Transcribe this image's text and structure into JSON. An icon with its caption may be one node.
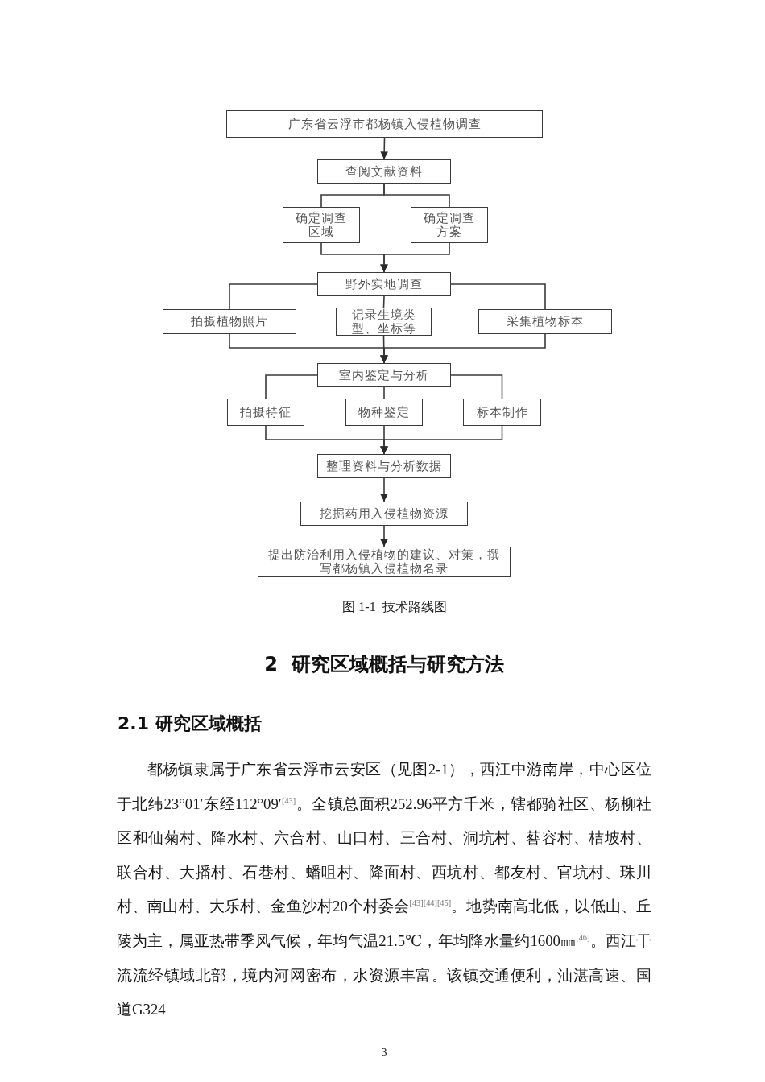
{
  "diagram": {
    "caption": "图 1-1  技术路线图",
    "nodes": [
      {
        "text": [
          "广东省云浮市都杨镇入侵植物调查"
        ]
      },
      {
        "text": [
          "查阅文献资料"
        ]
      },
      {
        "text": [
          "确定调查区域"
        ]
      },
      {
        "text": [
          "确定调查方案"
        ]
      },
      {
        "text": [
          "野外实地调查"
        ]
      },
      {
        "text": [
          "拍摄植物照片"
        ]
      },
      {
        "text": [
          "记录生境类型、坐标等"
        ]
      },
      {
        "text": [
          "采集植物标本"
        ]
      },
      {
        "text": [
          "室内鉴定与分析"
        ]
      },
      {
        "text": [
          "拍摄特征"
        ]
      },
      {
        "text": [
          "物种鉴定"
        ]
      },
      {
        "text": [
          "标本制作"
        ]
      },
      {
        "text": [
          "整理资料与分析数据"
        ]
      },
      {
        "text": [
          "挖掘药用入侵植物资源"
        ]
      },
      {
        "text": [
          "提出防治利用入侵植物的建议、对策，撰写都杨镇入侵植物名录"
        ]
      }
    ],
    "edges": [
      {
        "from": 0,
        "to": 1,
        "arrow": "to"
      },
      {
        "from": 1,
        "to": 2,
        "arrow": "none"
      },
      {
        "from": 1,
        "to": 3,
        "arrow": "none"
      },
      {
        "from": 2,
        "to": 4,
        "arrow": "to"
      },
      {
        "from": 3,
        "to": 4,
        "arrow": "to"
      },
      {
        "from": 4,
        "to": 5,
        "arrow": "none"
      },
      {
        "from": 4,
        "to": 6,
        "arrow": "none"
      },
      {
        "from": 4,
        "to": 7,
        "arrow": "none"
      },
      {
        "from": 5,
        "to": 8,
        "arrow": "to"
      },
      {
        "from": 6,
        "to": 8,
        "arrow": "to"
      },
      {
        "from": 7,
        "to": 8,
        "arrow": "to"
      },
      {
        "from": 8,
        "to": 9,
        "arrow": "none"
      },
      {
        "from": 8,
        "to": 10,
        "arrow": "none"
      },
      {
        "from": 8,
        "to": 11,
        "arrow": "none"
      },
      {
        "from": 9,
        "to": 12,
        "arrow": "to"
      },
      {
        "from": 10,
        "to": 12,
        "arrow": "to"
      },
      {
        "from": 11,
        "to": 12,
        "arrow": "to"
      },
      {
        "from": 12,
        "to": 13,
        "arrow": "to"
      },
      {
        "from": 13,
        "to": 14,
        "arrow": "to"
      }
    ],
    "labels": [
      "2  研究区域概括与研究方法",
      "2.1 研究区域概括",
      "都杨镇隶属于广东省云浮市云安区（见图2-1），西江中游南岸，中心区位于北纬23°01′东经112°09′$^{[43]}$。全镇总面积252.96平方千米，辖都骑社区、杨柳社区和仙菊村、降水村、六合村、山口村、三合村、洞坑村、䓘容村、桔坡村、联合村、大播村、石巷村、蟠咀村、降面村、西坑村、都友村、官坑村、珠川村、南山村、大乐村、金鱼沙村20个村委会$^{[43][44][45]}$。地势南高北低，以低山、丘陵为主，属亚热带季风气候，年均气温21.5℃，年均降水量约1600㎜$^{[46]}$。西江干流流经镇域北部，境内河网密布，水资源丰富。该镇交通便利，汕湛高速、国道G324",
      "3"
    ]
  }
}
